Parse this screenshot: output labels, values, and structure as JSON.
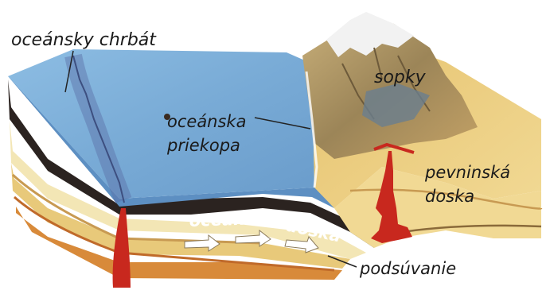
{
  "labels": {
    "mid_ocean_ridge": "oceánsky chrbát",
    "volcanoes": "sopky",
    "trench_line1": "oceánska",
    "trench_line2": "priekopa",
    "continental_plate_line1": "pevninská",
    "continental_plate_line2": "doska",
    "oceanic_plate_word1": "oceánska",
    "oceanic_plate_word2": "doska",
    "subduction": "podsúvanie"
  },
  "colors": {
    "ocean_surface": "#7aaed8",
    "ocean_dark": "#4f7fb5",
    "ridge_streak": "#5c6fa6",
    "oceanic_plate": "#2b2320",
    "sediment_light": "#f3e6b5",
    "sediment_mid": "#e8c97a",
    "sediment_orange": "#d88a3a",
    "magma": "#c8281e",
    "continent": "#e9c979",
    "mountain_rock": "#b59a6a",
    "snow": "#f2f2f2",
    "arrow_fill": "#ffffff"
  }
}
